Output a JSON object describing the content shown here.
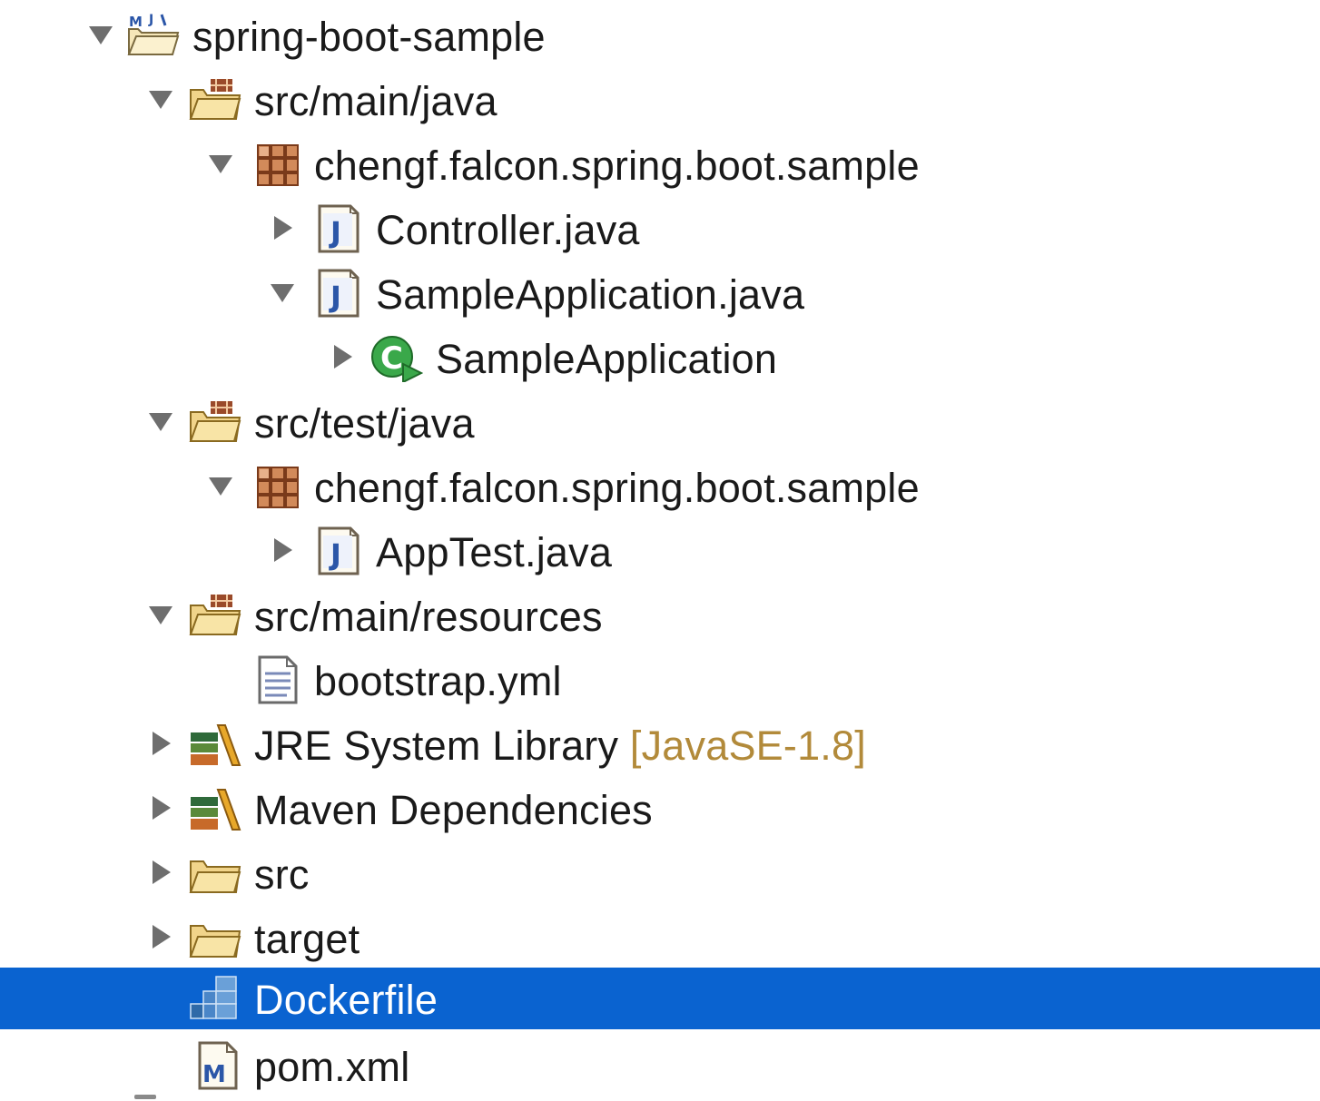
{
  "tree": [
    {
      "label": "spring-boot-sample",
      "icon": "maven-project-icon",
      "expanded": true
    },
    {
      "label": "src/main/java",
      "icon": "source-folder-icon",
      "expanded": true
    },
    {
      "label": "chengf.falcon.spring.boot.sample",
      "icon": "package-icon",
      "expanded": true
    },
    {
      "label": "Controller.java",
      "icon": "java-file-icon",
      "expanded": false
    },
    {
      "label": "SampleApplication.java",
      "icon": "java-file-icon",
      "expanded": true
    },
    {
      "label": "SampleApplication",
      "icon": "runnable-class-icon",
      "expanded": false
    },
    {
      "label": "src/test/java",
      "icon": "source-folder-icon",
      "expanded": true
    },
    {
      "label": "chengf.falcon.spring.boot.sample",
      "icon": "package-icon",
      "expanded": true
    },
    {
      "label": "AppTest.java",
      "icon": "java-file-icon",
      "expanded": false
    },
    {
      "label": "src/main/resources",
      "icon": "source-folder-icon",
      "expanded": true
    },
    {
      "label": "bootstrap.yml",
      "icon": "text-file-icon"
    },
    {
      "label": "JRE System Library",
      "decoration": "[JavaSE-1.8]",
      "icon": "library-icon",
      "expanded": false
    },
    {
      "label": "Maven Dependencies",
      "icon": "library-icon",
      "expanded": false
    },
    {
      "label": "src",
      "icon": "folder-icon",
      "expanded": false
    },
    {
      "label": "target",
      "icon": "folder-icon",
      "expanded": false
    },
    {
      "label": "Dockerfile",
      "icon": "docker-file-icon",
      "selected": true
    },
    {
      "label": "pom.xml",
      "icon": "maven-pom-icon"
    }
  ],
  "colors": {
    "selection": "#0a63d0",
    "decoration": "#b28a3a"
  }
}
